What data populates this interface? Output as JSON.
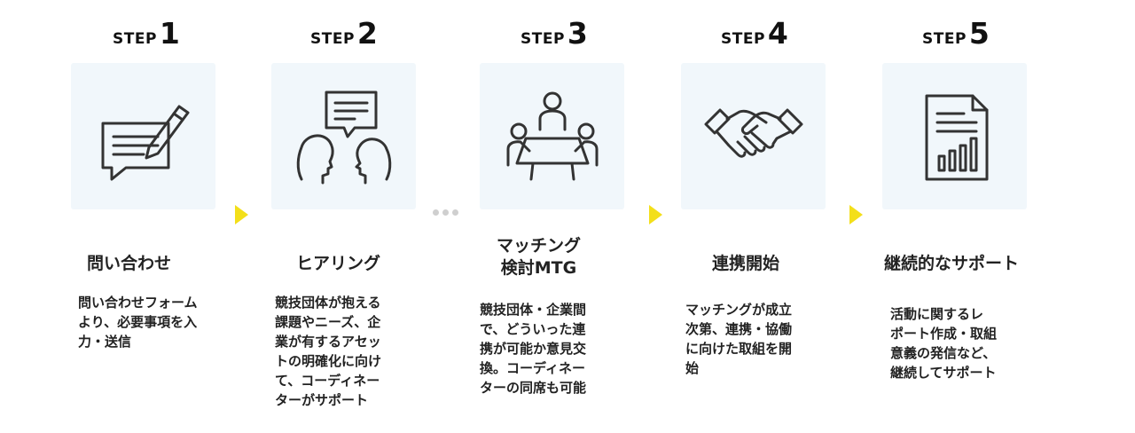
{
  "steps": [
    {
      "word": "STEP",
      "num": "1",
      "title": "問い合わせ",
      "desc": "問い合わせフォーム\nより、必要事項を入\n力・送信",
      "icon": "form-pen-icon"
    },
    {
      "word": "STEP",
      "num": "2",
      "title": "ヒアリング",
      "desc": "競技団体が抱える\n課題やニーズ、企\n業が有するアセッ\nトの明確化に向け\nて、コーディネー\nターがサポート",
      "icon": "conversation-icon"
    },
    {
      "word": "STEP",
      "num": "3",
      "title": "マッチング\n検討MTG",
      "desc": "競技団体・企業間\nで、どういった連\n携が可能か意見交\n換。コーディネー\nターの同席も可能",
      "icon": "meeting-icon"
    },
    {
      "word": "STEP",
      "num": "4",
      "title": "連携開始",
      "desc": "マッチングが成立\n次第、連携・協働\nに向けた取組を開\n始",
      "icon": "handshake-icon"
    },
    {
      "word": "STEP",
      "num": "5",
      "title": "継続的なサポート",
      "desc": "活動に関するレ\nポート作成・取組\n意義の発信など、\n継続してサポート",
      "icon": "report-chart-icon"
    }
  ],
  "colors": {
    "arrow": "#f3df1a",
    "icon_bg": "#f1f7fb",
    "icon_stroke": "#333333",
    "dots": "#cfcfcf"
  }
}
